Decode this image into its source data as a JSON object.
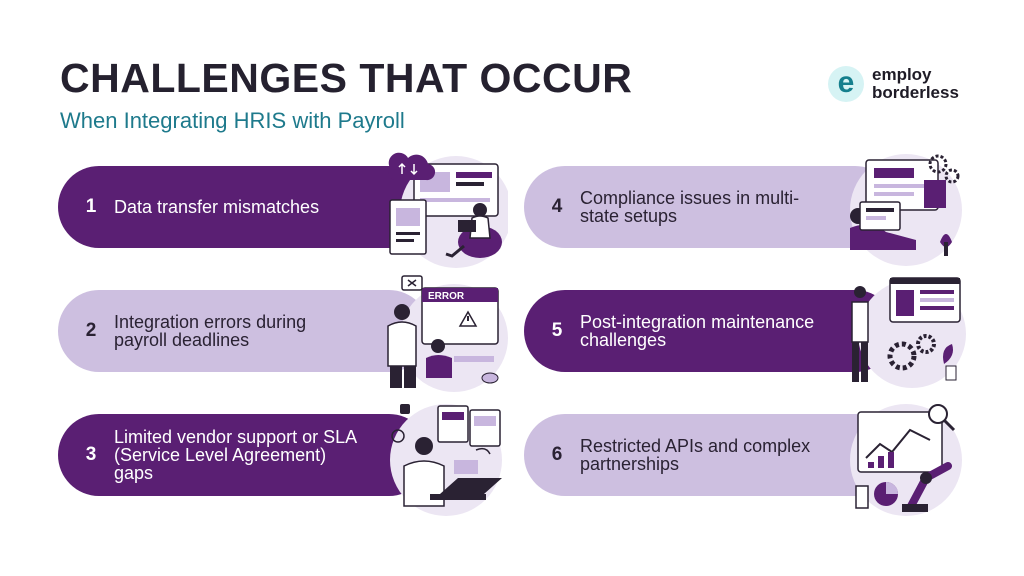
{
  "header": {
    "title": "CHALLENGES THAT OCCUR",
    "subtitle": "When Integrating HRIS with Payroll"
  },
  "logo": {
    "mark": "e",
    "line1": "employ",
    "line2": "borderless"
  },
  "items": [
    {
      "num": "1",
      "text": "Data transfer mismatches",
      "icon": "cloud-upload-dashboard-illustration"
    },
    {
      "num": "2",
      "text": "Integration errors during payroll deadlines",
      "icon": "error-screen-illustration"
    },
    {
      "num": "3",
      "text": "Limited vendor support or SLA (Service Level Agreement) gaps",
      "icon": "phone-support-laptop-illustration"
    },
    {
      "num": "4",
      "text": "Compliance issues in multi-state setups",
      "icon": "monitor-gears-illustration"
    },
    {
      "num": "5",
      "text": "Post-integration maintenance challenges",
      "icon": "dashboard-maintenance-illustration"
    },
    {
      "num": "6",
      "text": "Restricted APIs and complex partnerships",
      "icon": "robot-arm-charts-illustration"
    }
  ],
  "colors": {
    "dark_pill": "#5a1f73",
    "light_pill": "#cdbfe0",
    "title": "#25212f",
    "subtitle": "#1e7a8c",
    "accent": "#6a2a8a"
  }
}
